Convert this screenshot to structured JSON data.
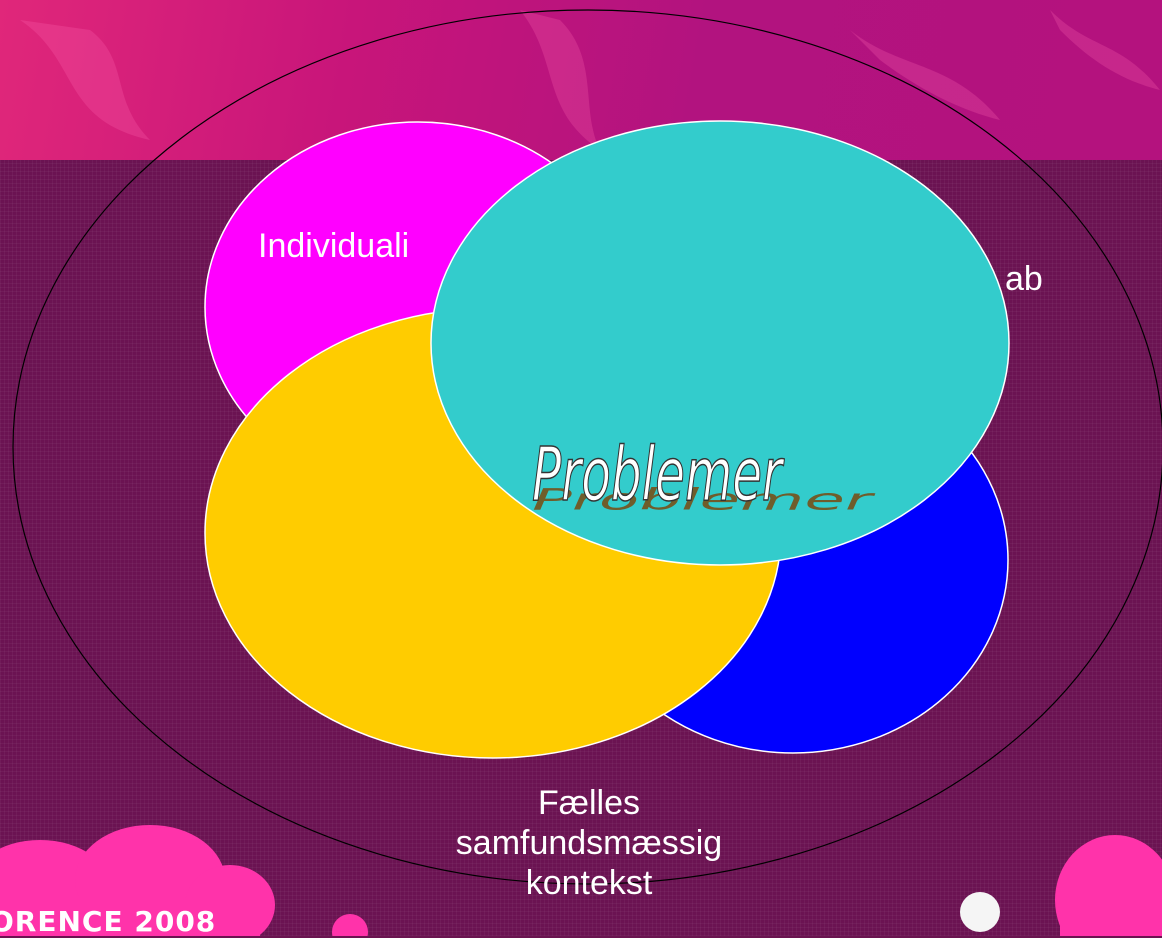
{
  "diagram": {
    "circles": [
      {
        "id": "individual",
        "label": "Individualitet",
        "color": "#ff00ff"
      },
      {
        "id": "faellesskab",
        "label": "Fællesskab",
        "color": "#0000ff"
      },
      {
        "id": "faelles-kontekst",
        "label_lines": [
          "Fælles",
          "samfundsmæssig",
          "kontekst"
        ],
        "color": "#ffcc00"
      },
      {
        "id": "problemer",
        "label": "Problemer",
        "color": "#33cccc"
      }
    ],
    "outer_ellipse_stroke": "#000000",
    "visible_labels": {
      "individual": "Individuali",
      "faellesskab": "ab",
      "problemer": "Problemer",
      "faelles_line1": "Fælles",
      "faelles_line2": "samfundsmæssig",
      "faelles_line3": "kontekst"
    }
  },
  "footer": {
    "text": "ORENCE 2008"
  },
  "colors": {
    "banner": "#c8157a",
    "background": "#6b1352",
    "decor_pink": "#ff33aa"
  }
}
